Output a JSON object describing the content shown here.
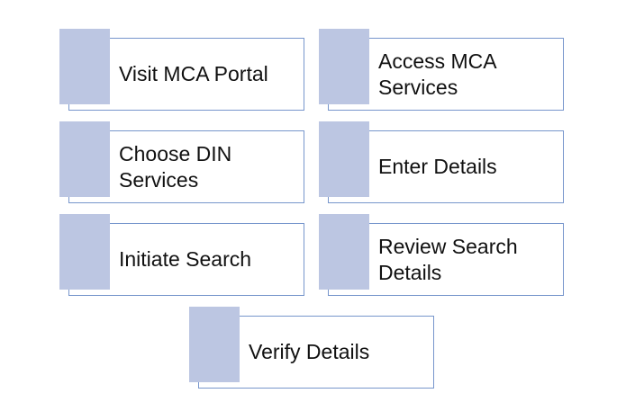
{
  "steps": [
    {
      "label": "Visit MCA Portal"
    },
    {
      "label": "Access MCA\nServices"
    },
    {
      "label": "Choose DIN\nServices"
    },
    {
      "label": "Enter Details"
    },
    {
      "label": "Initiate Search"
    },
    {
      "label": "Review Search\nDetails"
    },
    {
      "label": "Verify Details"
    }
  ],
  "colors": {
    "tab_fill": "#bcc6e2",
    "frame_border": "#7796cc",
    "text": "#111111",
    "background": "#ffffff"
  }
}
